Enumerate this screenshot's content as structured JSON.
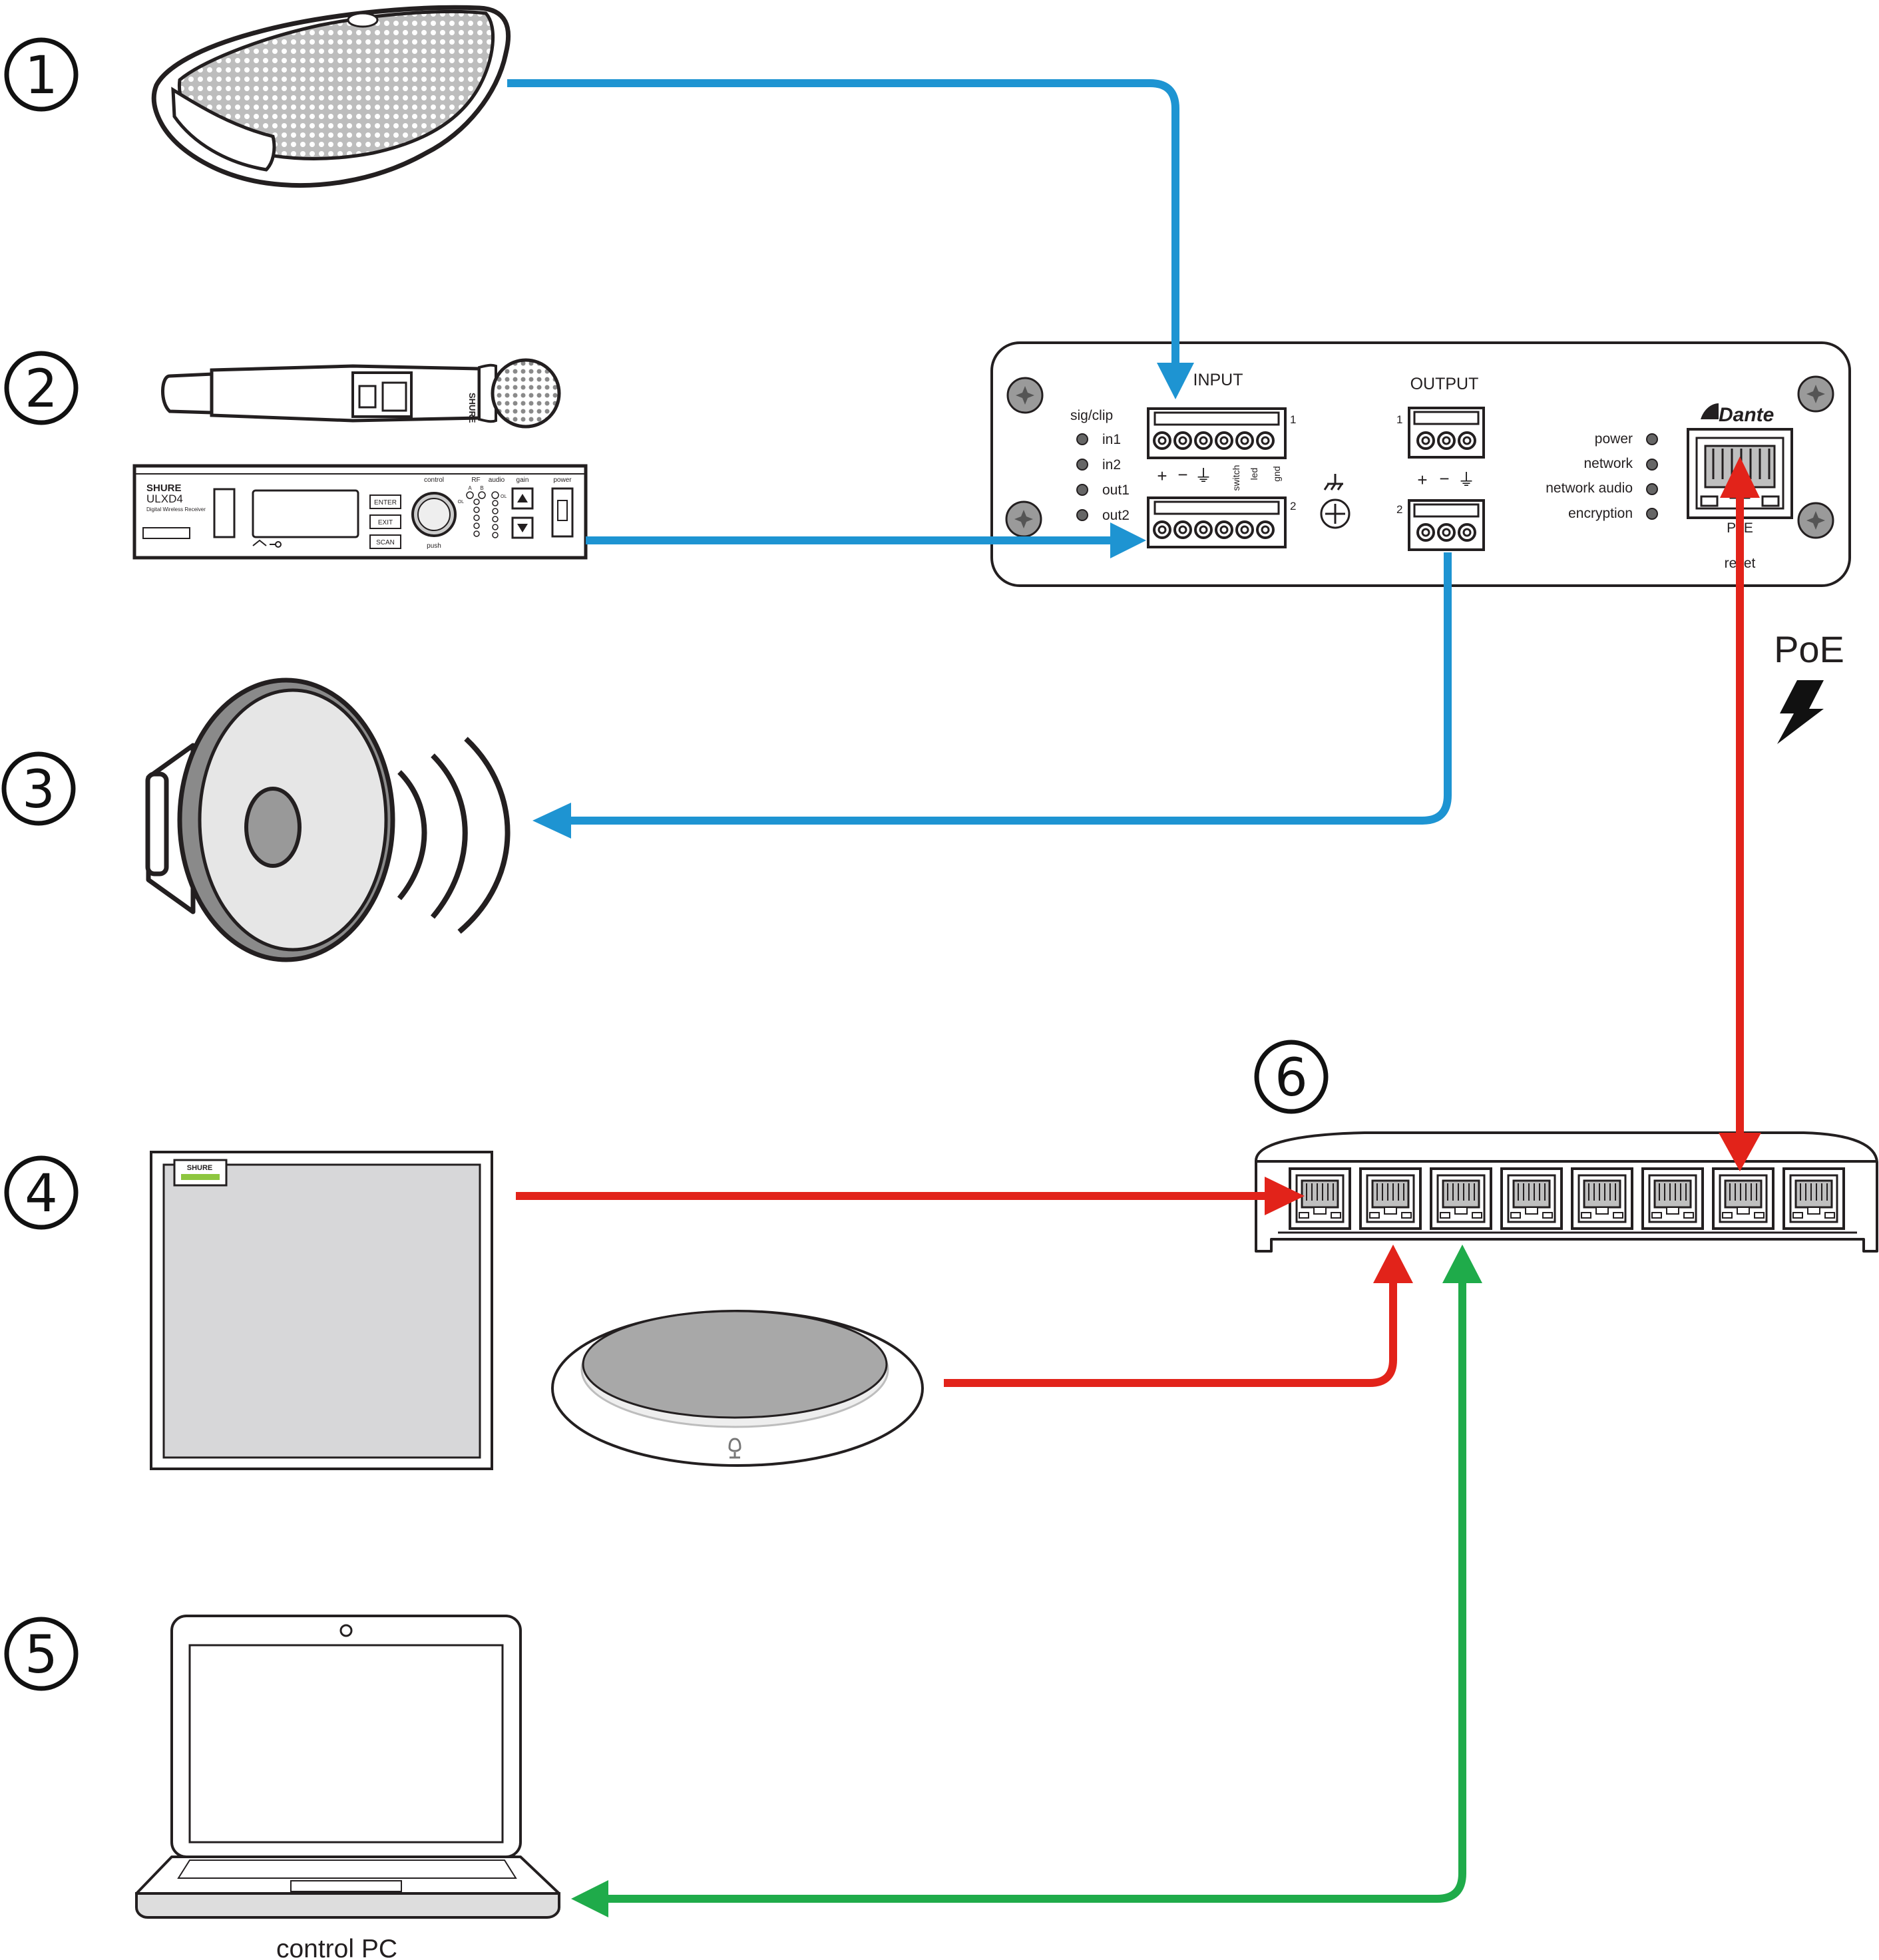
{
  "markers": [
    "1",
    "2",
    "3",
    "4",
    "5",
    "6"
  ],
  "dante_interface": {
    "input_title": "INPUT",
    "output_title": "OUTPUT",
    "sigclip_title": "sig/clip",
    "led_labels": [
      "in1",
      "in2",
      "out1",
      "out2"
    ],
    "input_connector_nums": [
      "1",
      "2"
    ],
    "output_connector_nums": [
      "1",
      "2"
    ],
    "input_pin_labels": [
      "+",
      "−",
      "⏚",
      "switch",
      "led",
      "gnd"
    ],
    "output_pin_labels": [
      "+",
      "−",
      "⏚"
    ],
    "status_labels": [
      "power",
      "network",
      "network audio",
      "encryption"
    ],
    "dante_logo": "Dante",
    "poe_port_label": "PoE",
    "reset_label": "reset"
  },
  "receiver": {
    "brand": "SHURE",
    "model": "ULXD4",
    "subtitle": "Digital Wireless Receiver",
    "control_label": "control",
    "rf_label": "RF",
    "audio_label": "audio",
    "gain_label": "gain",
    "power_label": "power",
    "ab_labels": [
      "A",
      "B"
    ],
    "ol_label": "OL",
    "buttons": [
      "ENTER",
      "EXIT",
      "SCAN"
    ],
    "push_label": "push"
  },
  "handheld_brand": "SHURE",
  "panel_brand": "SHURE",
  "poe_label": "PoE",
  "control_pc_label": "control PC",
  "colors": {
    "audio_line": "#1e94d2",
    "network_line": "#e2231a",
    "control_line": "#1fab4a"
  }
}
